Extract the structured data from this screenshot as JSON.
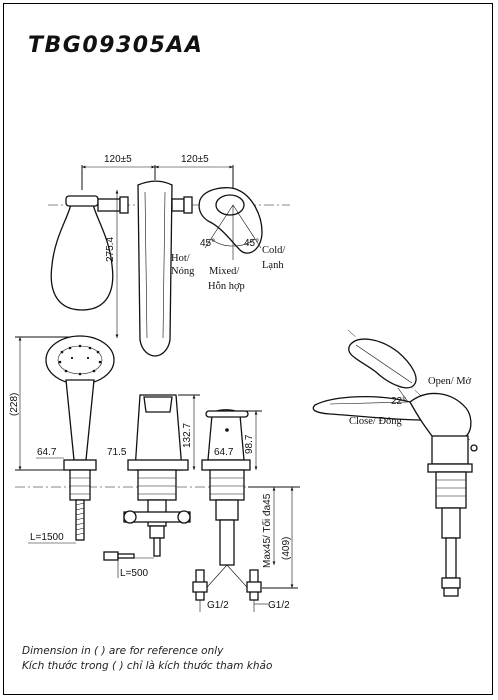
{
  "model_code": "TBG09305AA",
  "dimensions": {
    "top_left_width": "120±5",
    "top_right_width": "120±5",
    "spout_length": "275.4",
    "overall_height_ref": "(228)",
    "shower_offset": "64.7",
    "spout_offset": "71.5",
    "spout_height": "132.7",
    "handle_offset": "64.7",
    "handle_height": "98.7",
    "max_deck": "Max45/ Tối đa45",
    "below_deck_ref": "(409)",
    "hose_length_1": "L=1500",
    "hose_length_2": "L=500",
    "thread_1": "G1/2",
    "thread_2": "G1/2",
    "angle_left": "45°",
    "angle_right": "45°",
    "angle_open": "22°"
  },
  "labels": {
    "hot_en": "Hot/",
    "hot_vi": "Nóng",
    "mixed_en": "Mixed/",
    "mixed_vi": "Hỗn hợp",
    "cold_en": "Cold/",
    "cold_vi": "Lạnh",
    "open": "Open/ Mở",
    "close": "Close/ Đóng"
  },
  "notes": {
    "english": "Dimension in ( ) are for reference only",
    "vietnamese": "Kích thước trong ( ) chỉ là kích thước tham khảo"
  }
}
